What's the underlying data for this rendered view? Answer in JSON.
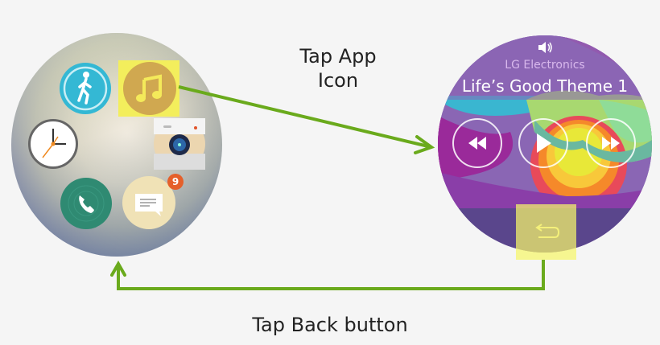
{
  "diagram": {
    "label_forward": {
      "line1": "Tap App",
      "line2": "Icon"
    },
    "label_back": "Tap Back button",
    "arrow_color": "#6aaa1c",
    "highlight_color": "#f7f76a"
  },
  "left_watch": {
    "title": "App launcher",
    "apps": [
      {
        "name": "Fitness",
        "icon": "runner-icon"
      },
      {
        "name": "Music",
        "icon": "music-note-icon",
        "highlighted": true
      },
      {
        "name": "Clock",
        "icon": "clock-icon"
      },
      {
        "name": "Camera",
        "icon": "camera-icon"
      },
      {
        "name": "Phone",
        "icon": "phone-icon"
      },
      {
        "name": "Messages",
        "icon": "message-icon",
        "badge": "9"
      }
    ]
  },
  "right_watch": {
    "volume_icon": "speaker-icon",
    "artist": "LG Electronics",
    "track": "Life’s Good Theme 1",
    "controls": [
      "rewind",
      "play",
      "fast-forward"
    ],
    "back_icon": "back-arrow-icon"
  }
}
